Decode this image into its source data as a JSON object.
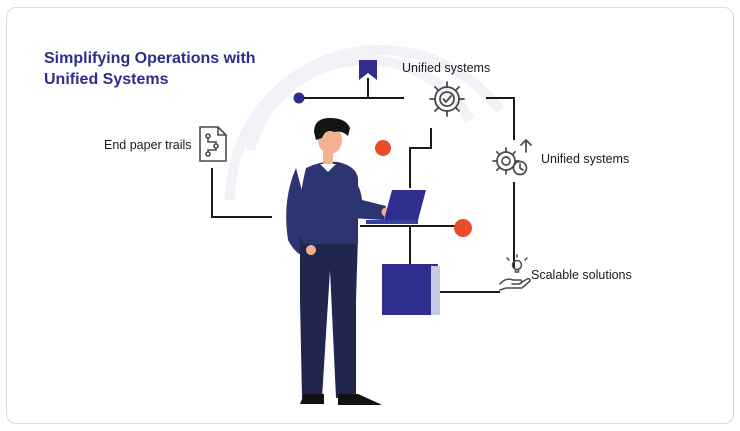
{
  "title": {
    "line1": "Simplifying Operations with",
    "line2": "Unified Systems"
  },
  "labels": {
    "top": "Unified systems",
    "right": "Unified systems",
    "left": "End paper trails",
    "bottom_right": "Scalable solutions"
  },
  "colors": {
    "title": "#2e2c8c",
    "navy": "#2f2d8e",
    "accent": "#e84c2a",
    "line": "#1a1a1a",
    "icon": "#4a4a4a"
  },
  "icons": [
    "bookmark-icon",
    "gear-check-icon",
    "gears-arrow-icon",
    "document-flow-icon",
    "hand-lightbulb-icon"
  ]
}
